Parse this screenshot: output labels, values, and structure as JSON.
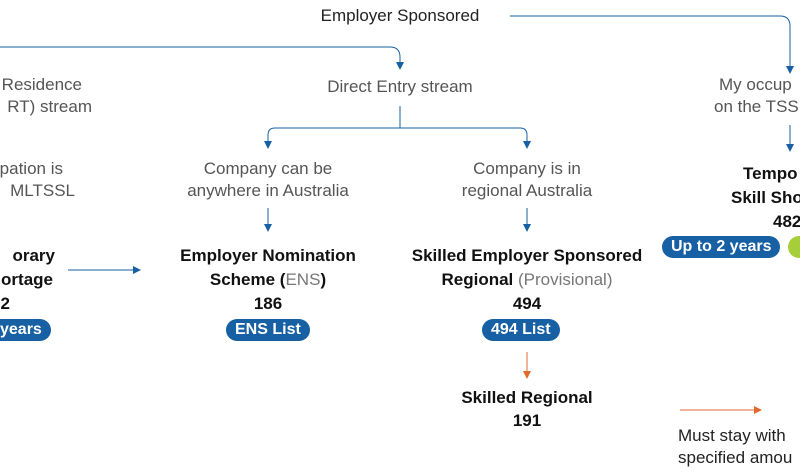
{
  "root": {
    "title": "Employer Sponsored"
  },
  "left_column": {
    "stream_line1": "Residence",
    "stream_line2": "RT) stream",
    "cond_line1": "pation is",
    "cond_line2": "MLTSSL",
    "visa_line1": "orary",
    "visa_line2": "ortage",
    "visa_code": "2",
    "badge": "years"
  },
  "direct_entry": {
    "title": "Direct Entry stream"
  },
  "ens_branch": {
    "cond_line1": "Company can be",
    "cond_line2": "anywhere in Australia",
    "visa_line1": "Employer Nomination",
    "visa_line2_a": "Scheme (",
    "visa_line2_b": "ENS",
    "visa_line2_c": ")",
    "visa_code": "186",
    "badge": "ENS List"
  },
  "regional_branch": {
    "cond_line1": "Company is in",
    "cond_line2": "regional Australia",
    "visa_line1": "Skilled Employer Sponsored",
    "visa_line2_a": "Regional ",
    "visa_line2_b": "(Provisional)",
    "visa_code": "494",
    "badge": "494 List",
    "next_line1": "Skilled Regional",
    "next_code": "191"
  },
  "right_column": {
    "cond_line1": "My occup",
    "cond_line2": "on the TSS",
    "visa_line1": "Tempo",
    "visa_line2": "Skill Sho",
    "visa_code": "482",
    "badge": "Up to 2 years"
  },
  "legend": {
    "line1": "Must stay with",
    "line2": "specified amou"
  },
  "colors": {
    "blue": "#1660a3",
    "orange": "#e06a2c",
    "text": "#555555"
  }
}
